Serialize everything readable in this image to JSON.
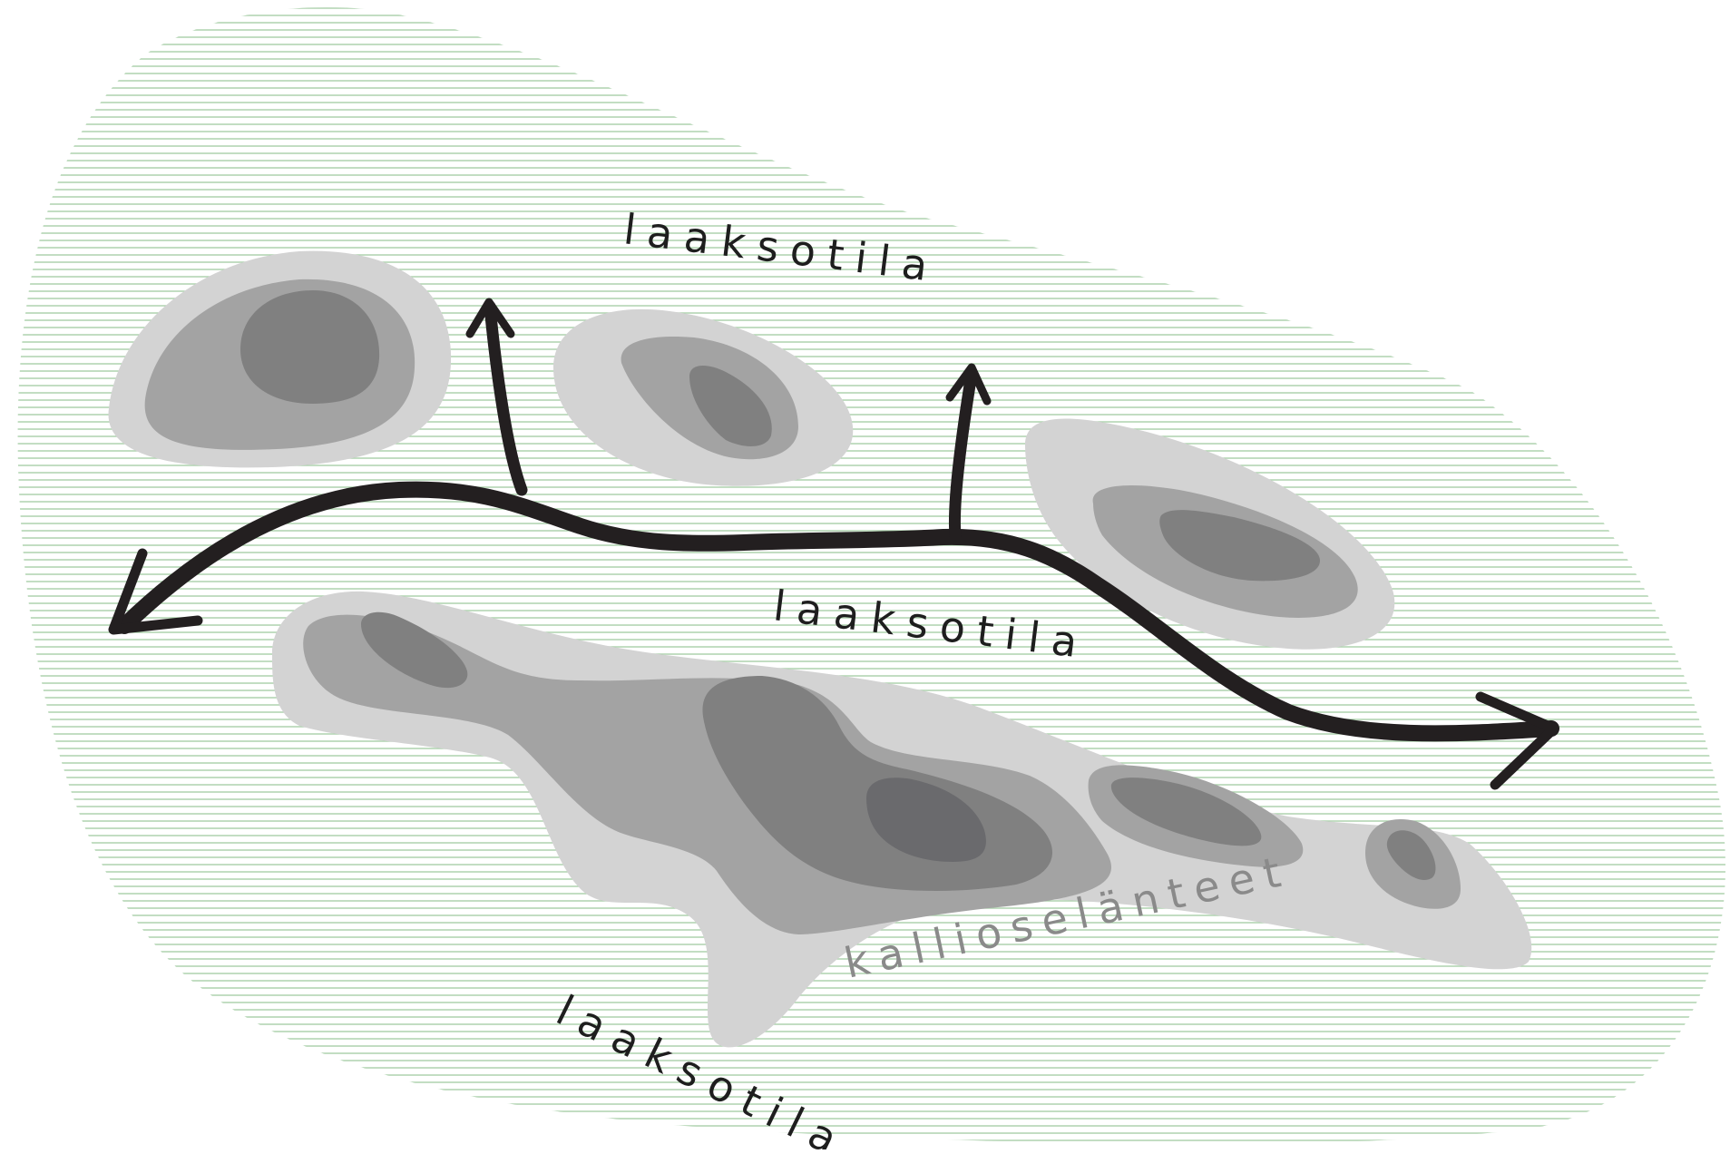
{
  "labels": {
    "valley_top": "laaksotila",
    "valley_middle": "laaksotila",
    "valley_bottom": "laaksotila",
    "ridges": "kallioselänteet"
  },
  "colors": {
    "background": "#ffffff",
    "hatch_line": "#a9cfa9",
    "contour_level_1": "#d3d3d3",
    "contour_level_2": "#a3a3a3",
    "contour_level_3": "#808080",
    "contour_level_4": "#6a6a6d",
    "flow_arrow": "#231f20",
    "valley_label": "#1e1e1e",
    "ridge_label": "#8a8a8a"
  },
  "icons": {
    "main_flow": "double-headed-curved-arrow",
    "branches": "up-arrow"
  }
}
